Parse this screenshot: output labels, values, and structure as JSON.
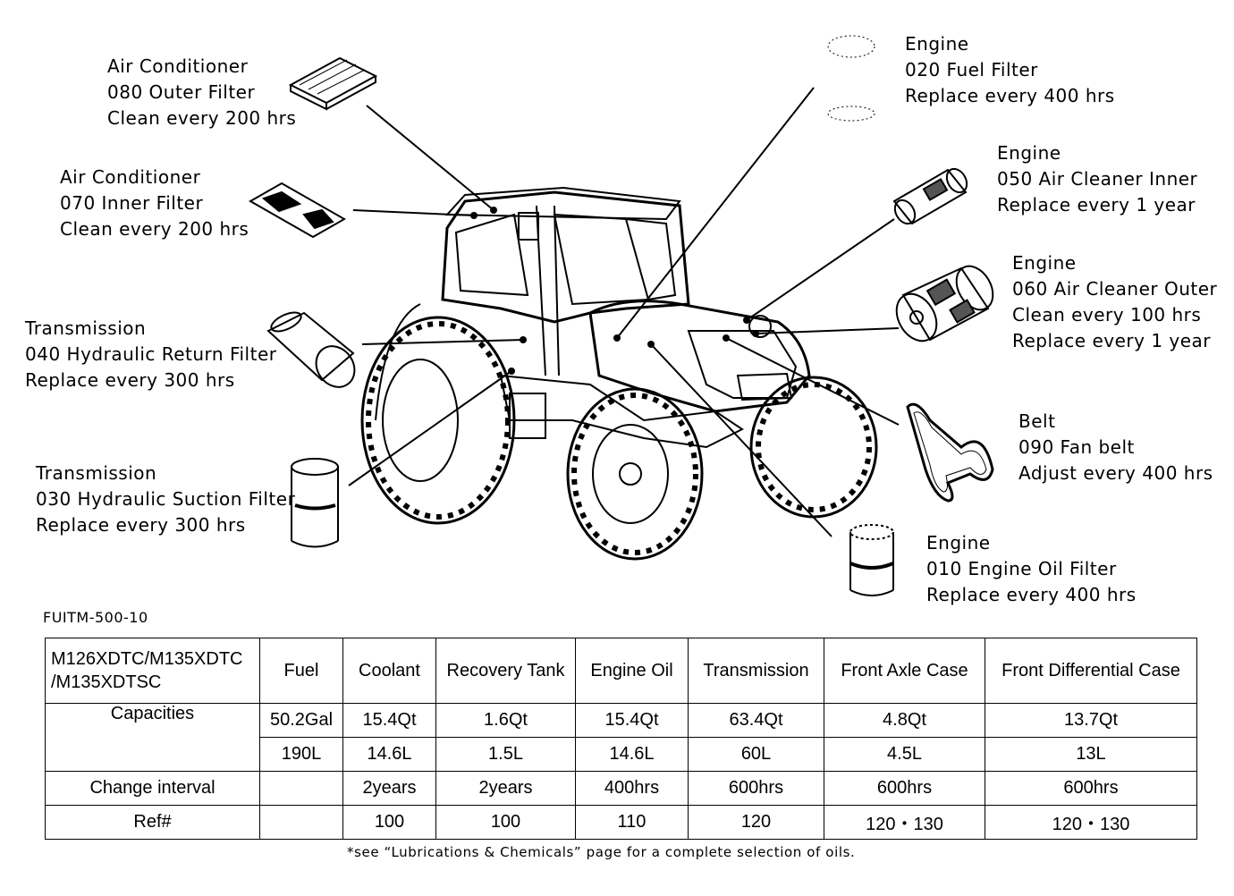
{
  "callouts": [
    {
      "lines": [
        "Air  Conditioner",
        "080  Outer  Filter",
        "Clean  every  200  hrs"
      ]
    },
    {
      "lines": [
        "Air  Conditioner",
        "070  Inner  Filter",
        "Clean  every  200  hrs"
      ]
    },
    {
      "lines": [
        "Transmission",
        "040  Hydraulic  Return  Filter",
        "Replace  every  300  hrs"
      ]
    },
    {
      "lines": [
        "Transmission",
        "030  Hydraulic  Suction  Filter",
        "Replace  every  300  hrs"
      ]
    },
    {
      "lines": [
        "Engine",
        "020  Fuel  Filter",
        "Replace  every  400  hrs"
      ]
    },
    {
      "lines": [
        "Engine",
        "050  Air  Cleaner  Inner",
        "Replace  every  1  year"
      ]
    },
    {
      "lines": [
        "Engine",
        "060  Air  Cleaner  Outer",
        "Clean  every  100  hrs",
        "Replace  every  1  year"
      ]
    },
    {
      "lines": [
        "Belt",
        "090  Fan  belt",
        "Adjust  every  400  hrs"
      ]
    },
    {
      "lines": [
        "Engine",
        "010  Engine  Oil  Filter",
        "Replace  every  400  hrs"
      ]
    }
  ],
  "figure_code": "FUITM-500-10",
  "table": {
    "model": [
      "M126XDTC/M135XDTC",
      "/M135XDTSC"
    ],
    "headers": [
      "Fuel",
      "Coolant",
      "Recovery Tank",
      "Engine Oil",
      "Transmission",
      "Front Axle Case",
      "Front Differential Case"
    ],
    "capacities_label": "Capacities",
    "capacities_us": [
      "50.2Gal",
      "15.4Qt",
      "1.6Qt",
      "15.4Qt",
      "63.4Qt",
      "4.8Qt",
      "13.7Qt"
    ],
    "capacities_metric": [
      "190L",
      "14.6L",
      "1.5L",
      "14.6L",
      "60L",
      "4.5L",
      "13L"
    ],
    "interval_label": "Change interval",
    "intervals": [
      "",
      "2years",
      "2years",
      "400hrs",
      "600hrs",
      "600hrs",
      "600hrs"
    ],
    "ref_label": "Ref#",
    "refs": [
      "",
      "100",
      "100",
      "110",
      "120",
      "120・130",
      "120・130"
    ]
  },
  "footnote": "*see “Lubrications & Chemicals” page for a complete selection of oils."
}
